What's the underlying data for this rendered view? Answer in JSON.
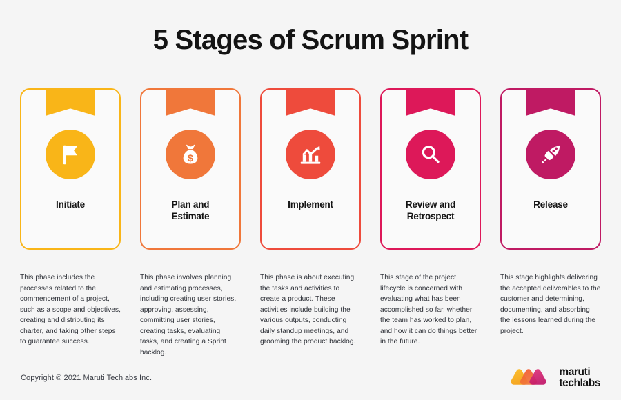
{
  "page": {
    "title": "5 Stages of Scrum Sprint",
    "background_color": "#f5f5f5"
  },
  "stages": [
    {
      "label": "Initiate",
      "icon": "flag-icon",
      "color": "#F9B518",
      "description": "This phase includes the processes related to the commencement of a project, such as a scope and objectives, creating and distributing its charter, and taking other steps to guarantee success."
    },
    {
      "label": "Plan and\nEstimate",
      "icon": "money-bag-icon",
      "color": "#F0773A",
      "description": "This phase involves planning and estimating processes, including creating user stories, approving, assessing, committing user stories, creating tasks, evaluating tasks, and creating a Sprint backlog."
    },
    {
      "label": "Implement",
      "icon": "bar-chart-growth-icon",
      "color": "#EE4B3C",
      "description": "This phase is about executing the tasks and activities to create a product. These activities include building the various outputs, conducting daily standup meetings, and grooming the product backlog."
    },
    {
      "label": "Review and\nRetrospect",
      "icon": "magnifier-icon",
      "color": "#DD1859",
      "description": "This stage of the project lifecycle is concerned with evaluating what has been accomplished so far, whether the team has worked to plan, and how it can do things better in the future."
    },
    {
      "label": "Release",
      "icon": "rocket-icon",
      "color": "#BF1A63",
      "description": "This stage highlights delivering the accepted deliverables to the customer and determining, documenting, and absorbing the lessons learned during the project."
    }
  ],
  "footer": {
    "copyright": "Copyright © 2021 Maruti Techlabs Inc.",
    "logo_text": "maruti\ntechlabs",
    "logo_colors": [
      "#F9B518",
      "#F0773A",
      "#DD1859"
    ]
  }
}
